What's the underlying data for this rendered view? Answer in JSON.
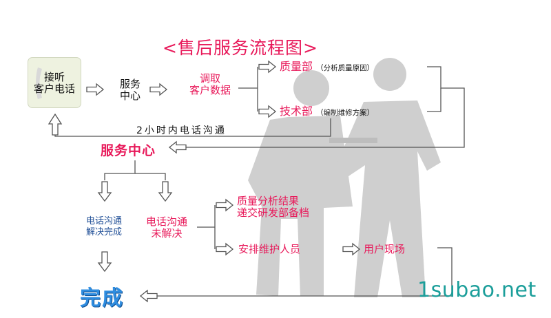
{
  "title": "<售后服务流程图>",
  "nodes": {
    "answer_call": "接听\n客户电话",
    "service_center_top": "服务\n中心",
    "fetch_data": "调取\n客户数据",
    "quality_dept": "质量部",
    "quality_dept_note": "（分析质量原因）",
    "tech_dept": "技术部",
    "tech_dept_note": "（编制维修方案）",
    "phone_note": "2小时内电话沟通",
    "service_center": "服务中心",
    "resolved": "电话沟通\n解决完成",
    "unresolved": "电话沟通\n未解决",
    "quality_result": "质量分析结果\n递交研发部备档",
    "assign_staff": "安排维护人员",
    "onsite": "用户现场",
    "done": "完成"
  },
  "watermark": "1subao.net",
  "icons": {
    "phone": "phone-handset-icon",
    "figures": "people-figures-icon"
  },
  "colors": {
    "accent": "#e8195a",
    "done": "#2f8de0",
    "resolved": "#1f4e96",
    "watermark": "#1b9e9a",
    "figure": "#cfcfcf"
  }
}
